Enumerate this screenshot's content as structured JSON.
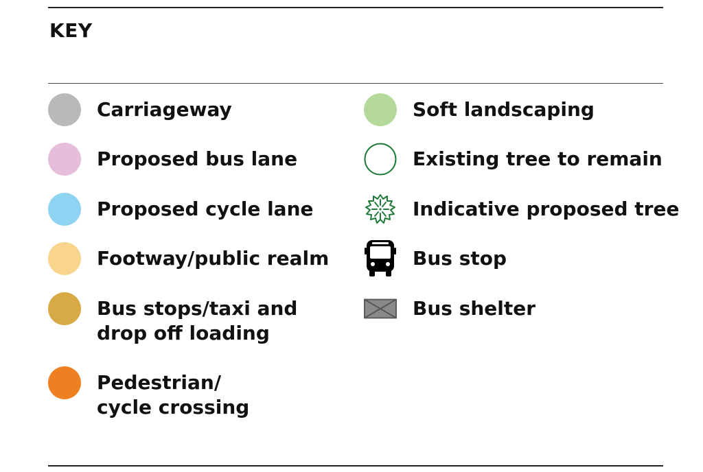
{
  "key": {
    "title": "KEY"
  },
  "legend_left": [
    {
      "label": "Carriageway",
      "color": "#b9b9b9"
    },
    {
      "label": "Proposed bus lane",
      "color": "#e6bddb"
    },
    {
      "label": "Proposed cycle lane",
      "color": "#8fd3f3"
    },
    {
      "label": "Footway/public realm",
      "color": "#f9d48d"
    },
    {
      "label": "Bus stops/taxi and\ndrop off loading",
      "color": "#d8aa45"
    },
    {
      "label": "Pedestrian/\ncycle crossing",
      "color": "#ef8021"
    }
  ],
  "legend_right": [
    {
      "label": "Soft landscaping",
      "icon": "filled-circle",
      "color": "#b5d99a"
    },
    {
      "label": "Existing tree to remain",
      "icon": "tree-outline-icon",
      "color": "#1f7a3a"
    },
    {
      "label": "Indicative proposed tree",
      "icon": "proposed-tree-icon",
      "color": "#1f7a3a"
    },
    {
      "label": "Bus stop",
      "icon": "bus-icon",
      "color": "#000000"
    },
    {
      "label": "Bus shelter",
      "icon": "bus-shelter-icon",
      "color": "#8a8a8a"
    }
  ]
}
